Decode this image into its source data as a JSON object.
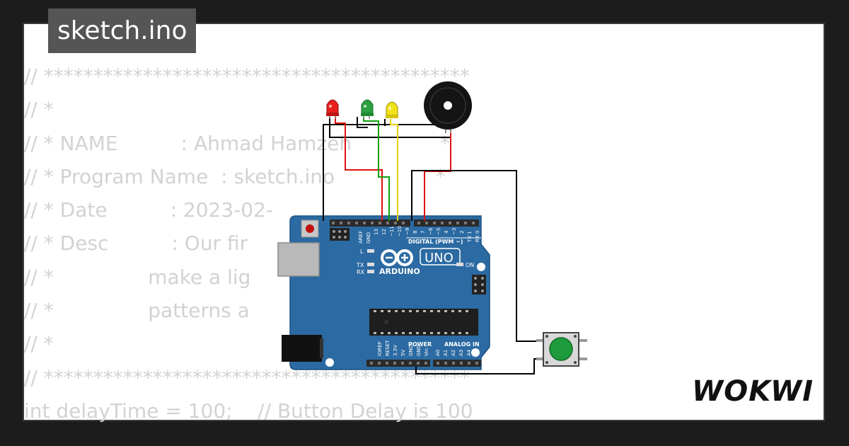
{
  "file_tab": {
    "label": "sketch.ino"
  },
  "code_lines": [
    "// *******************************************",
    "// *",
    "// * NAME          : Ahmad Hamzeh              *",
    "// * Program Name  : sketch.ino                *",
    "// * Date          : 2023-02-",
    "// * Desc          : Our fir",
    "// *               make a lig",
    "// *               patterns a",
    "// *",
    "// *******************************************",
    "int delayTime = 100;    // Button Delay is 100"
  ],
  "board": {
    "brand": "ARDUINO",
    "model": "UNO",
    "digital_label": "DIGITAL (PWM ~)",
    "power_label": "POWER",
    "analog_label": "ANALOG IN",
    "on_label": "ON",
    "l_label": "L",
    "tx_label": "TX",
    "rx_label": "RX",
    "top_pins": [
      "AREF",
      "GND",
      "13",
      "12",
      "~11",
      "~10",
      "~9",
      "8",
      "7",
      "~6",
      "~5",
      "4",
      "~3",
      "2",
      "TX 1",
      "RX 0"
    ],
    "bottom_pins": [
      "IOREF",
      "RESET",
      "3.3V",
      "5V",
      "GND",
      "GND",
      "Vin",
      "A0",
      "A1",
      "A2",
      "A3",
      "A4",
      "A5"
    ]
  },
  "leds": [
    {
      "color": "red",
      "hex": "#e8201c"
    },
    {
      "color": "green",
      "hex": "#2ea043"
    },
    {
      "color": "yellow",
      "hex": "#f2e21a"
    }
  ],
  "wires": {
    "black": "#000000",
    "red": "#e01010",
    "green": "#10a010",
    "yellow": "#e6d000"
  },
  "logo": {
    "text": "WOKWI"
  },
  "colors": {
    "board": "#2b6aa2",
    "button": "#1e9b3c",
    "code_text": "#d2d2d2"
  }
}
